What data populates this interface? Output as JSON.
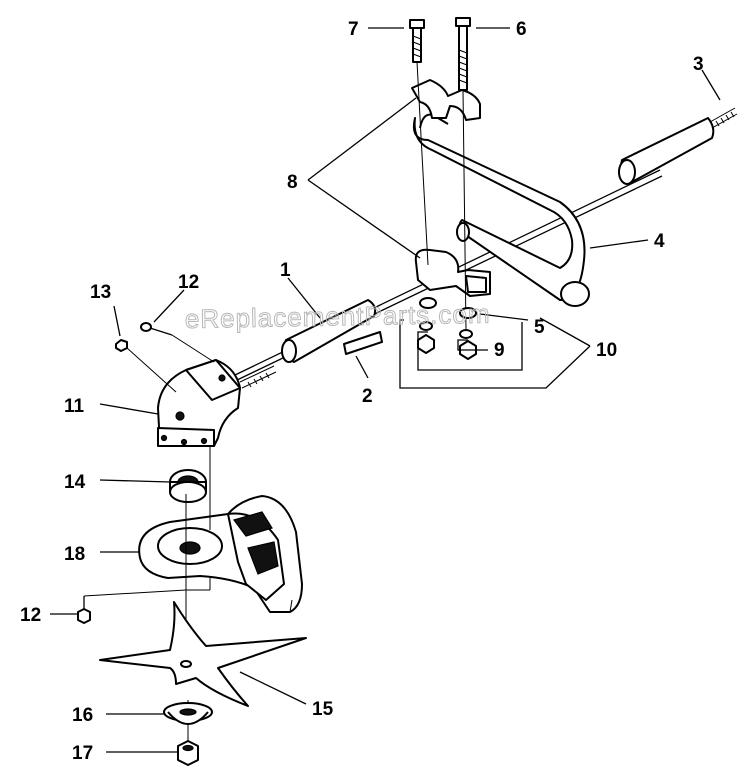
{
  "watermark": "eReplacementParts.com",
  "callouts": {
    "c1": "1",
    "c2": "2",
    "c3": "3",
    "c4": "4",
    "c5": "5",
    "c6": "6",
    "c7": "7",
    "c8": "8",
    "c9": "9",
    "c10": "10",
    "c11": "11",
    "c12a": "12",
    "c12b": "12",
    "c13": "13",
    "c14": "14",
    "c15": "15",
    "c16": "16",
    "c17": "17",
    "c18": "18"
  }
}
